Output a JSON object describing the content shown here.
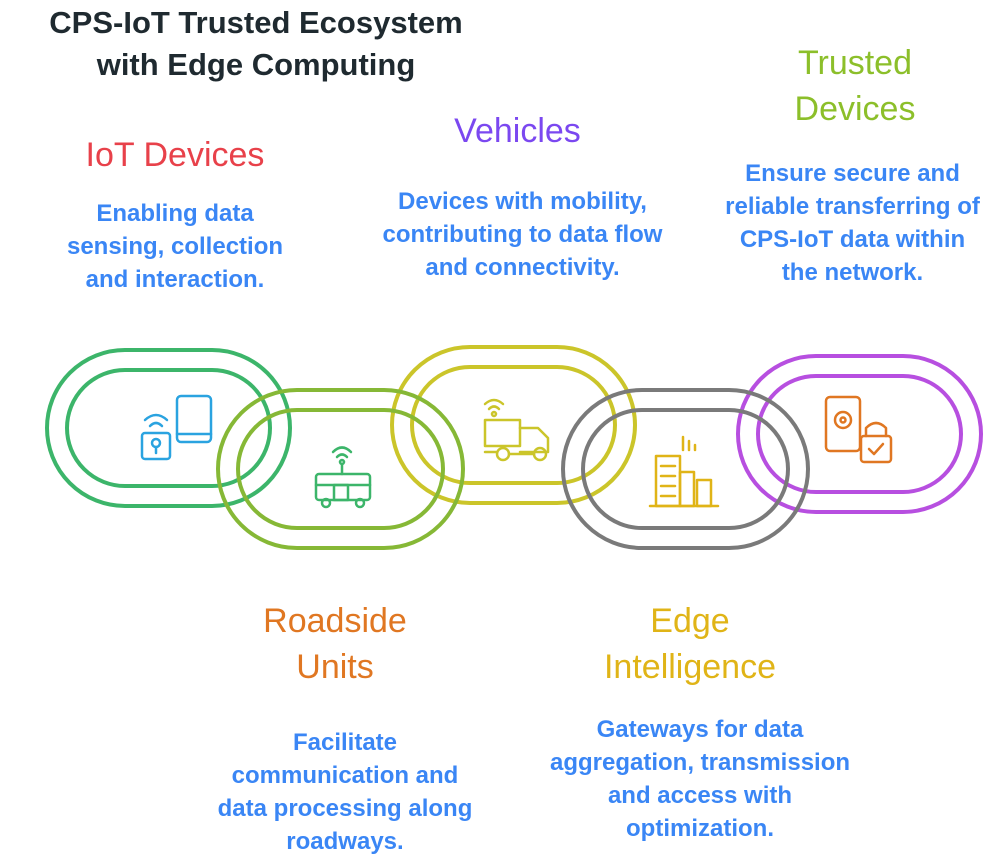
{
  "title": {
    "line1": "CPS-IoT Trusted Ecosystem",
    "line2": "with Edge Computing"
  },
  "colors": {
    "iot": "#e8414a",
    "roadside": "#e07722",
    "vehicles": "#7b48f0",
    "edge": "#e0b417",
    "trusted": "#8cbf2a",
    "description": "#3a86f5"
  },
  "nodes": {
    "iot_devices": {
      "heading": [
        "IoT Devices"
      ],
      "description": [
        "Enabling data",
        "sensing, collection",
        "and interaction."
      ],
      "icon": "phone-wifi-lock-icon"
    },
    "roadside_units": {
      "heading": [
        "Roadside",
        "Units"
      ],
      "description": [
        "Facilitate",
        "communication and",
        "data processing along",
        "roadways."
      ],
      "icon": "connected-bus-icon"
    },
    "vehicles": {
      "heading": [
        "Vehicles"
      ],
      "description": [
        "Devices with mobility,",
        "contributing to data flow",
        "and connectivity."
      ],
      "icon": "connected-truck-icon"
    },
    "edge_intelligence": {
      "heading": [
        "Edge",
        "Intelligence"
      ],
      "description": [
        "Gateways for data",
        "aggregation, transmission",
        "and access with",
        "optimization."
      ],
      "icon": "city-signal-icon"
    },
    "trusted_devices": {
      "heading": [
        "Trusted",
        "Devices"
      ],
      "description": [
        "Ensure secure and",
        "reliable transferring of",
        "CPS-IoT data within",
        "the network."
      ],
      "icon": "secure-device-lock-icon"
    }
  }
}
